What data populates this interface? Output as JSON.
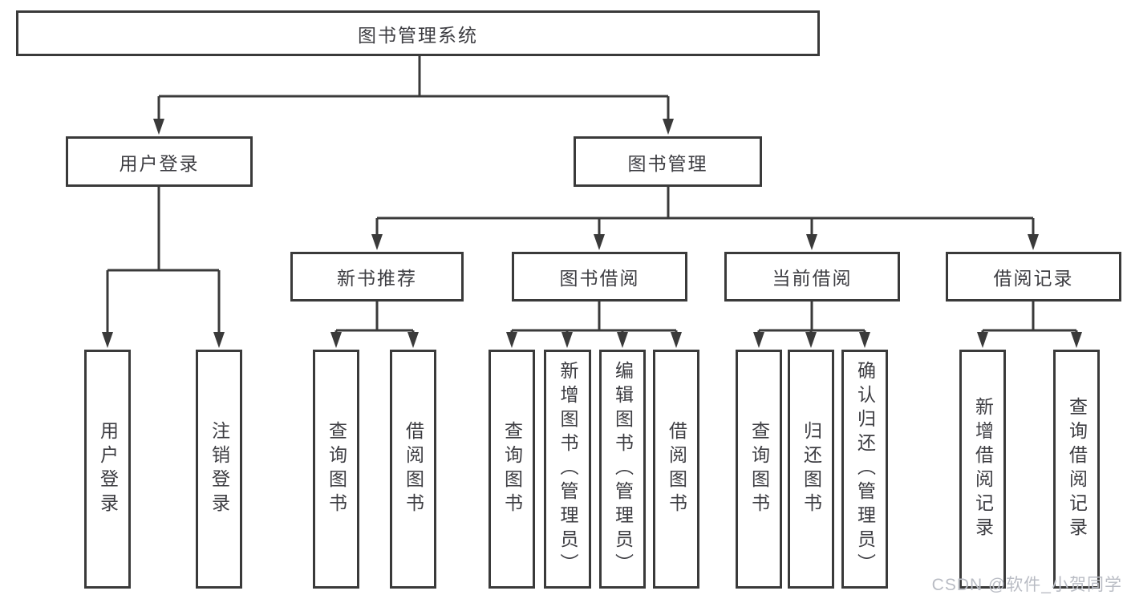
{
  "root": {
    "label": "图书管理系统",
    "children": [
      {
        "label": "用户登录",
        "children": [
          {
            "label": "用户登录"
          },
          {
            "label": "注销登录"
          }
        ]
      },
      {
        "label": "图书管理",
        "children": [
          {
            "label": "新书推荐",
            "children": [
              {
                "label": "查询图书"
              },
              {
                "label": "借阅图书"
              }
            ]
          },
          {
            "label": "图书借阅",
            "children": [
              {
                "label": "查询图书"
              },
              {
                "label": "新增图书（管理员）"
              },
              {
                "label": "编辑图书（管理员）"
              },
              {
                "label": "借阅图书"
              }
            ]
          },
          {
            "label": "当前借阅",
            "children": [
              {
                "label": "查询图书"
              },
              {
                "label": "归还图书"
              },
              {
                "label": "确认归还（管理员）"
              }
            ]
          },
          {
            "label": "借阅记录",
            "children": [
              {
                "label": "新增借阅记录"
              },
              {
                "label": "查询借阅记录"
              }
            ]
          }
        ]
      }
    ]
  },
  "watermark": {
    "text": "CSDN @软件_小贺同学"
  },
  "colors": {
    "line": "#3a3a3a",
    "text": "#3d3d42",
    "watermark": "#b9bcc4",
    "background": "#ffffff"
  }
}
